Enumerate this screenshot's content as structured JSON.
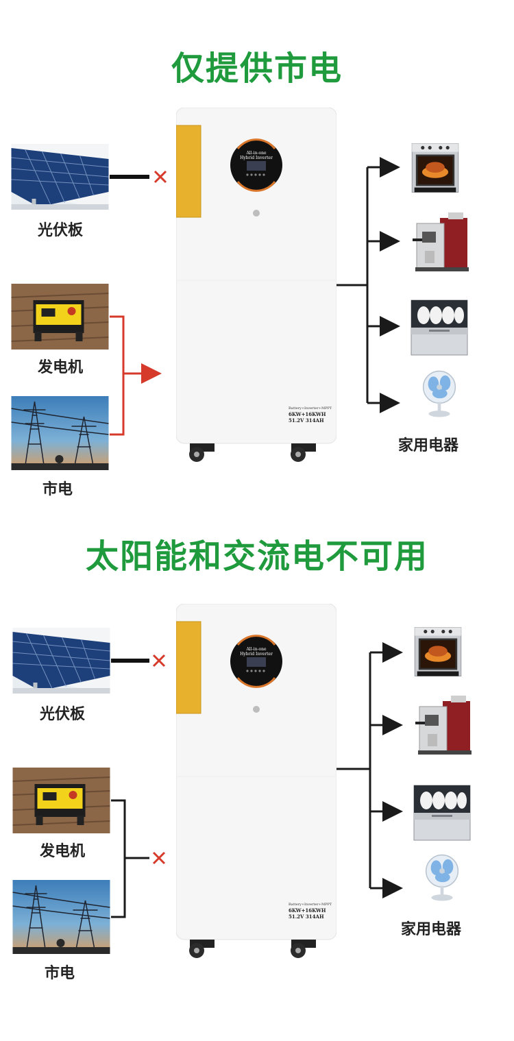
{
  "scenarios": [
    {
      "title": "仅提供市电",
      "sources": {
        "solar": "光伏板",
        "generator": "发电机",
        "grid": "市电"
      },
      "appliances_label": "家用电器",
      "source_status": {
        "solar": "blocked",
        "generator_grid": "active"
      },
      "wire_color": "#d63a2a"
    },
    {
      "title": "太阳能和交流电不可用",
      "sources": {
        "solar": "光伏板",
        "generator": "发电机",
        "grid": "市电"
      },
      "appliances_label": "家用电器",
      "source_status": {
        "solar": "blocked",
        "generator_grid": "blocked"
      },
      "wire_color": "#1a1a1a"
    }
  ],
  "unit": {
    "display_brand_line1": "All-in-one",
    "display_brand_line2": "Hybrid Inverter",
    "spec_line1": "Battery+Inverter+MPPT",
    "spec_line2": "6KW+16KWH",
    "spec_line3": "51.2V 314AH"
  },
  "colors": {
    "title": "#1f9a3c",
    "blocked_x": "#d63a2a",
    "panel_yellow": "#e7b12e"
  }
}
